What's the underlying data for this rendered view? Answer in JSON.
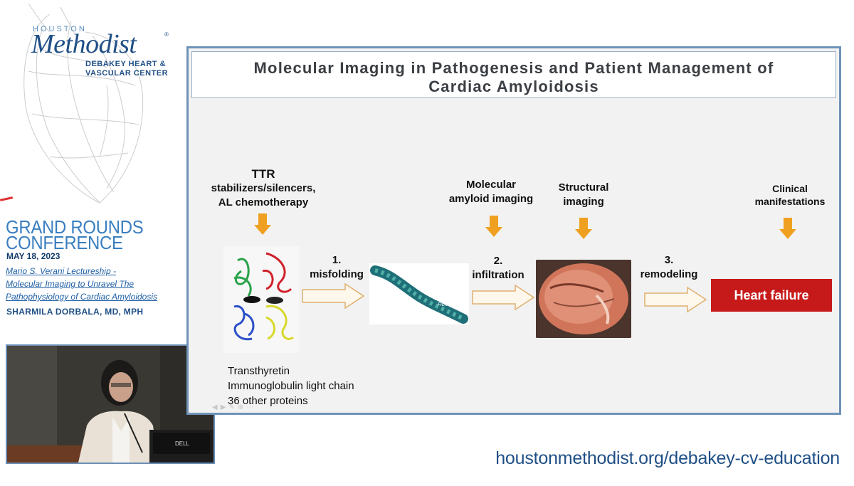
{
  "brand": {
    "houston": "HOUSTON",
    "methodist": "Methodist",
    "registered": "®",
    "subtitle_line1": "DEBAKEY HEART &",
    "subtitle_line2": "VASCULAR CENTER"
  },
  "conference": {
    "title_line1": "GRAND ROUNDS",
    "title_line2": "CONFERENCE",
    "date": "MAY 18, 2023",
    "lecture_line1": "Mario S. Verani Lectureship -",
    "lecture_line2": "Molecular Imaging to Unravel The",
    "lecture_line3": "Pathophysiology of Cardiac Amyloidosis",
    "speaker": "SHARMILA DORBALA, MD, MPH"
  },
  "slide": {
    "title_line1": "Molecular Imaging in Pathogenesis and Patient Management of",
    "title_line2": "Cardiac Amyloidosis",
    "therapy_line1": "TTR",
    "therapy_line2": "stabilizers/silencers,",
    "therapy_line3": "AL chemotherapy",
    "molecular_line1": "Molecular",
    "molecular_line2": "amyloid imaging",
    "structural_line1": "Structural",
    "structural_line2": "imaging",
    "clinical_line1": "Clinical",
    "clinical_line2": "manifestations",
    "step1_num": "1.",
    "step1_label": "misfolding",
    "step2_num": "2.",
    "step2_label": "infiltration",
    "step3_num": "3.",
    "step3_label": "remodeling",
    "fibrils_label": "Fibrils",
    "heart_failure": "Heart failure",
    "proteins": [
      "Transthyretin",
      "Immunoglobulin light chain",
      "36 other proteins"
    ]
  },
  "footer": {
    "url": "houstonmethodist.org/debakey-cv-education"
  },
  "colors": {
    "brand_blue": "#1f4f86",
    "accent_blue": "#3a7ec0",
    "arrow_orange": "#f0a020",
    "hf_red": "#c61a1a"
  }
}
